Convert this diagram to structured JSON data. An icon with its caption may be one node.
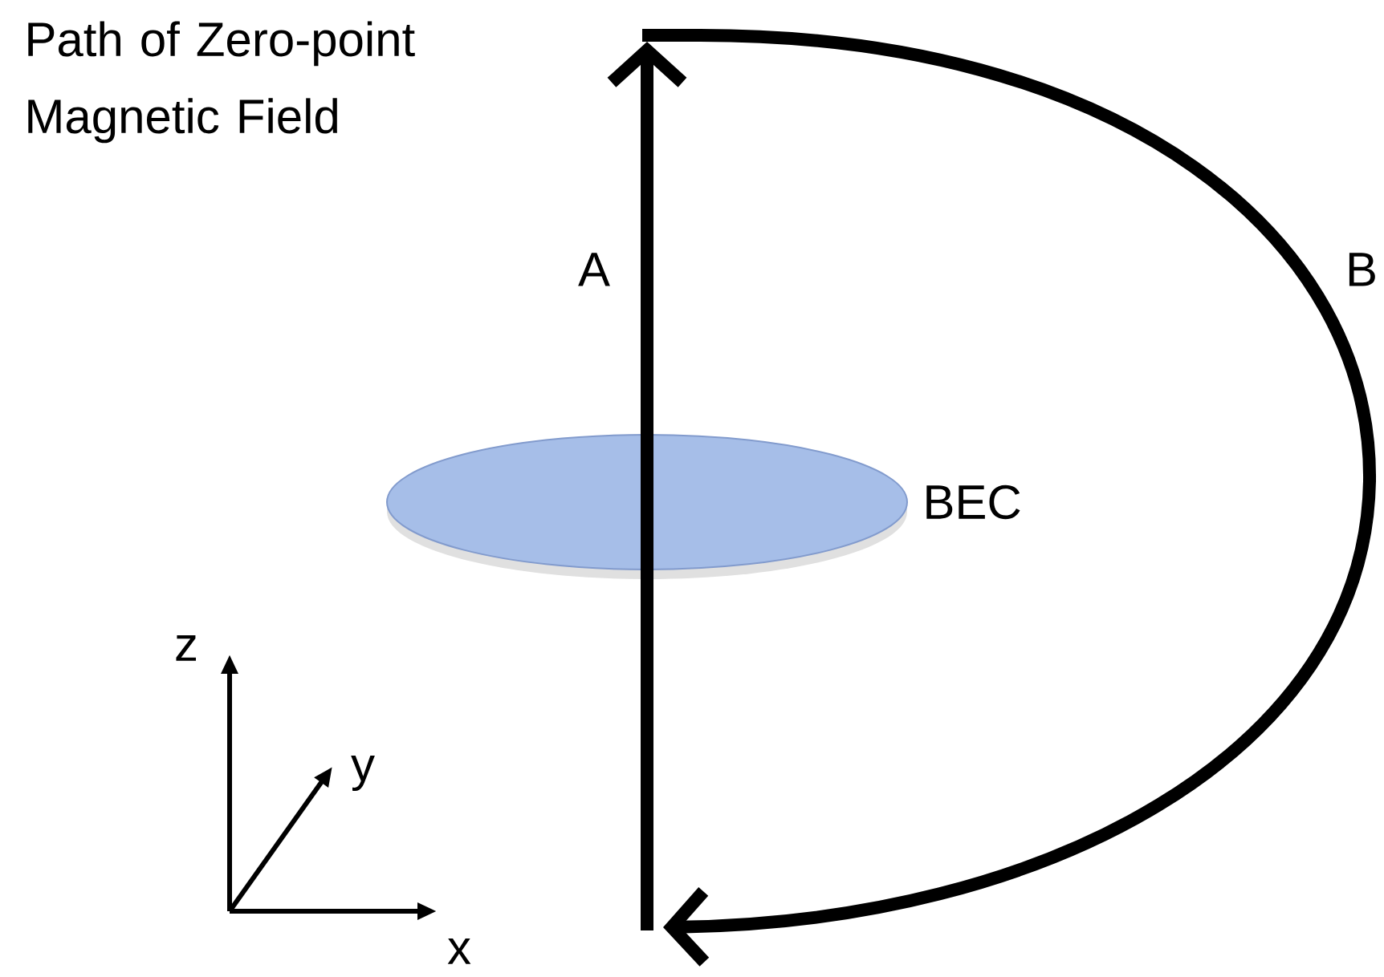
{
  "diagram": {
    "nodes": [
      {
        "text": [],
        "shape": "disk",
        "beside": [
          "BEC"
        ]
      }
    ],
    "labels": [
      "Path of Zero-point Magnetic Field",
      "A",
      "B",
      "z",
      "y",
      "x"
    ]
  }
}
